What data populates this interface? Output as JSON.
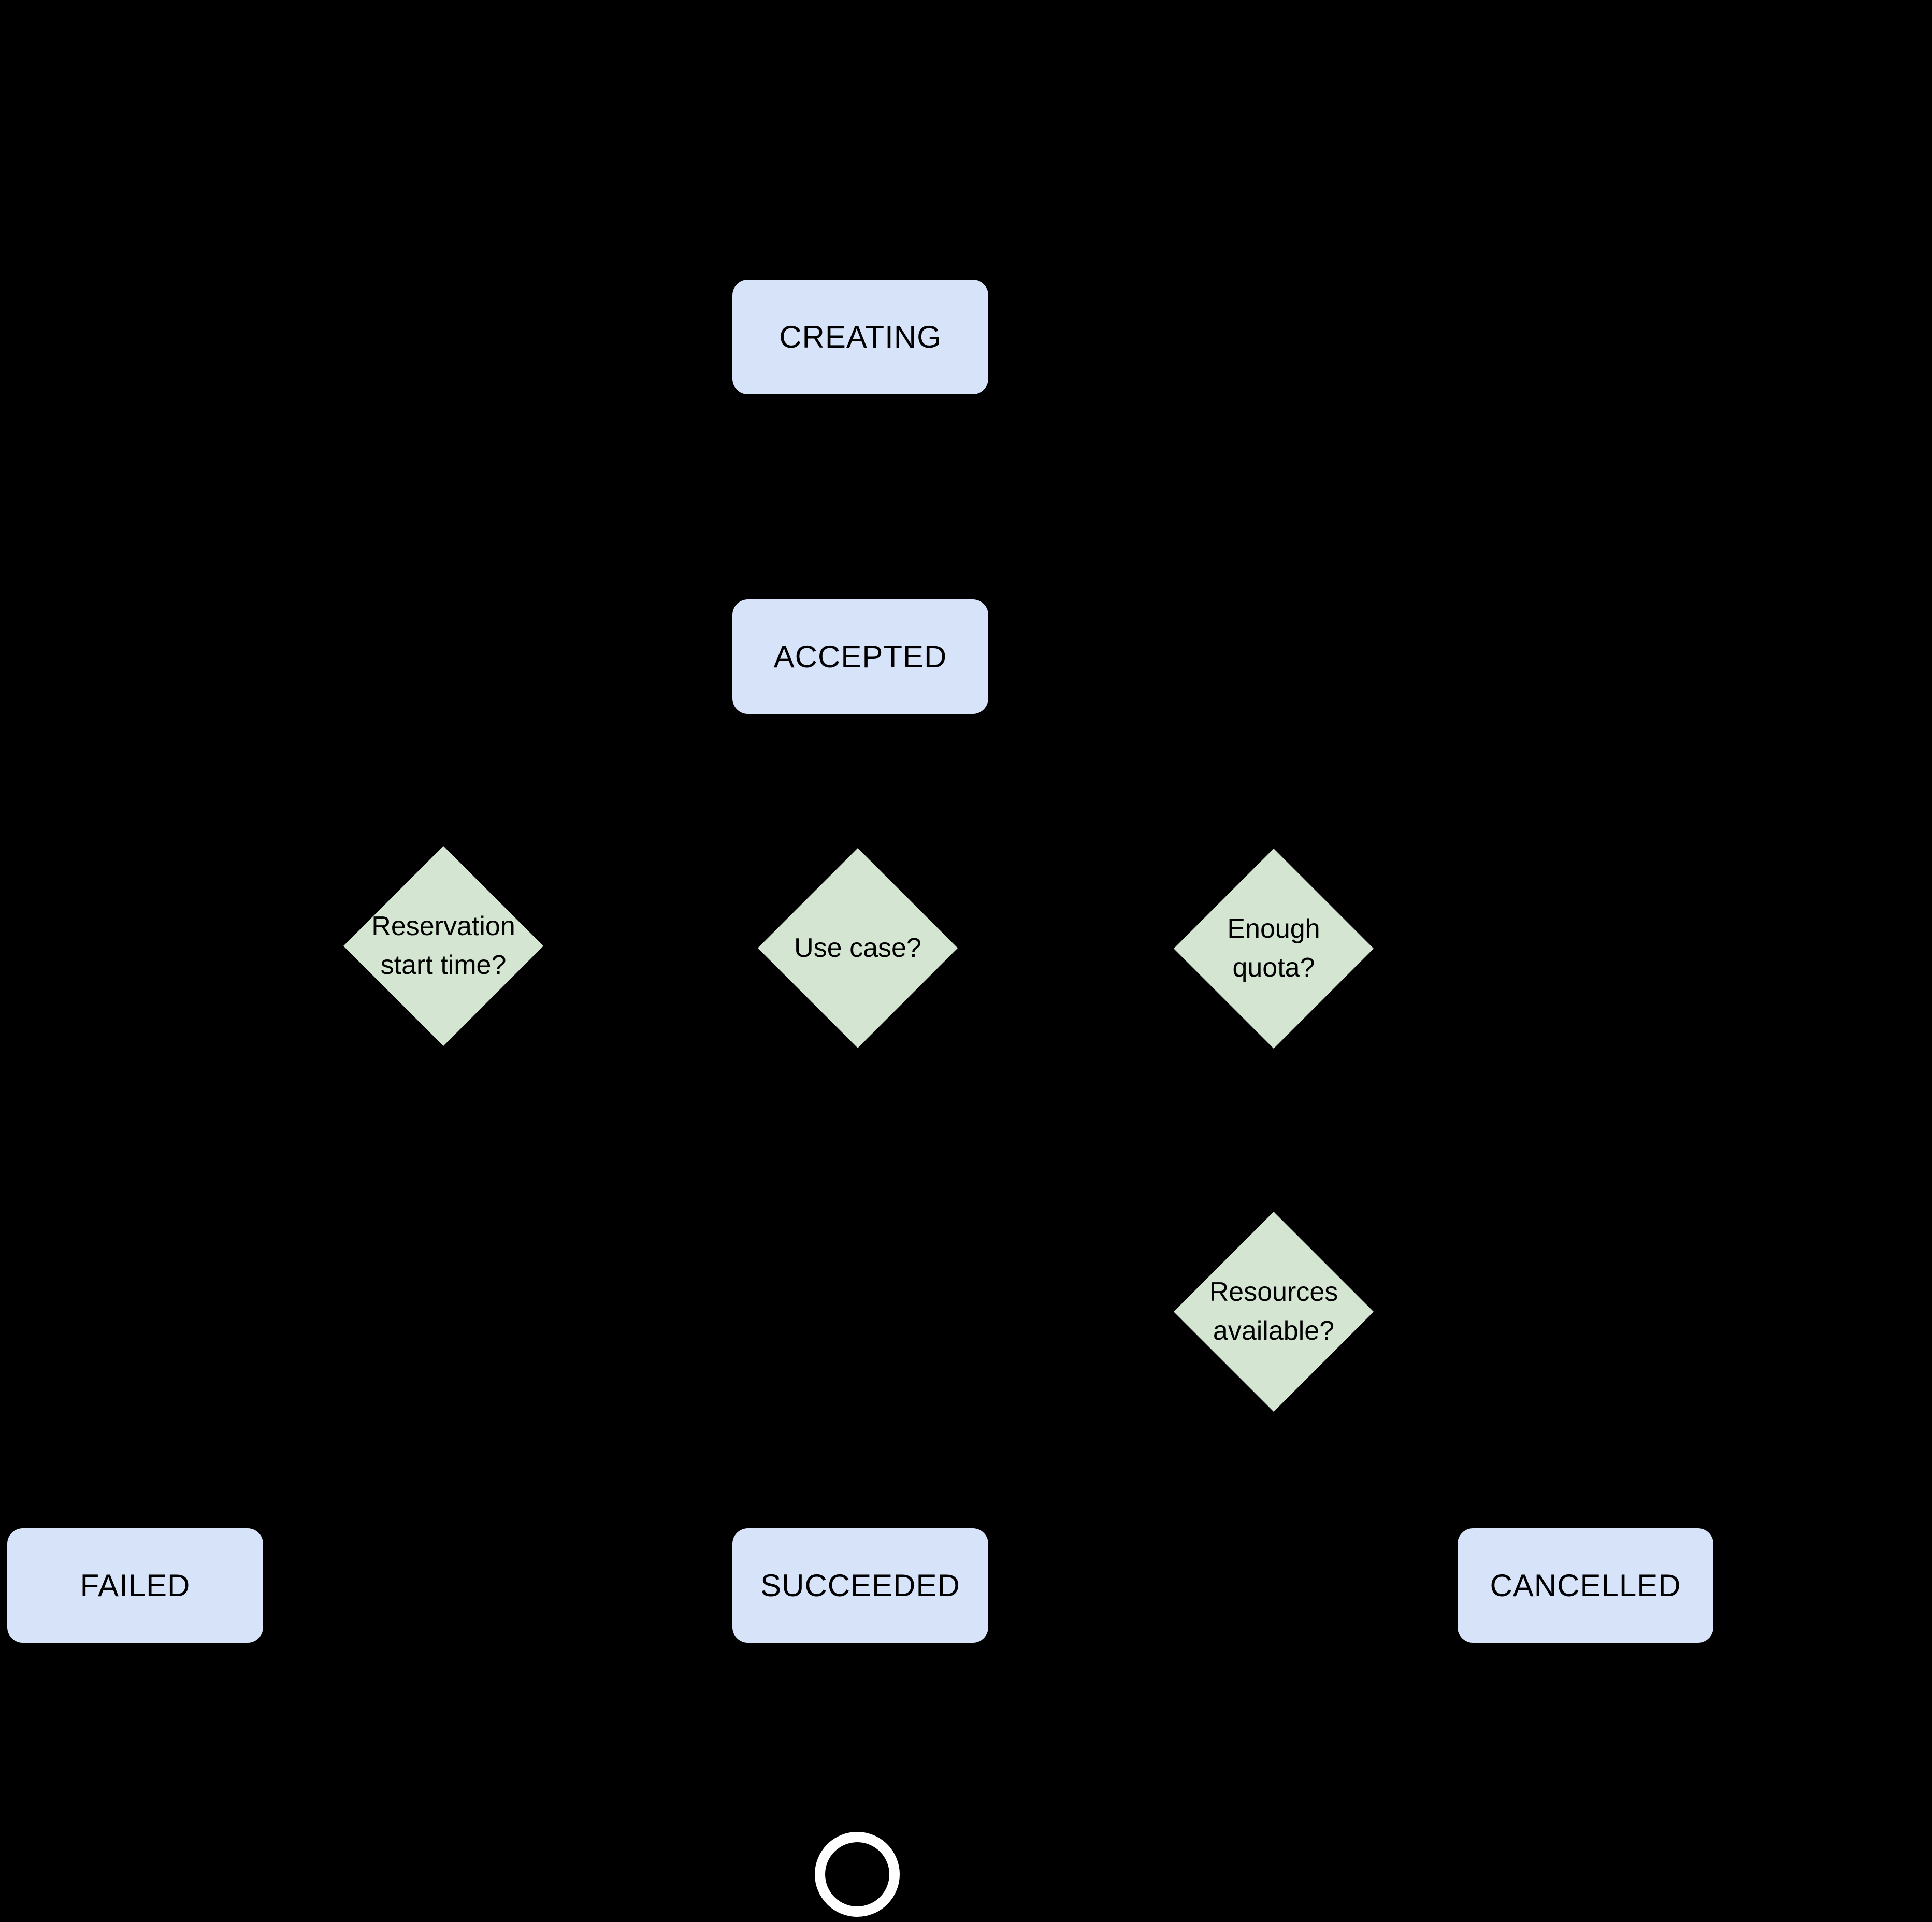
{
  "diagram": {
    "kind": "state-flowchart",
    "background_color": "#000000"
  },
  "palette": {
    "state_fill": "#d6e3f9",
    "decision_fill": "#d4e6d2",
    "label_text": "#000000",
    "end_ring": "#ffffff"
  },
  "states": {
    "creating": {
      "label": "CREATING"
    },
    "accepted": {
      "label": "ACCEPTED"
    },
    "failed": {
      "label": "FAILED"
    },
    "succeeded": {
      "label": "SUCCEEDED"
    },
    "cancelled": {
      "label": "CANCELLED"
    }
  },
  "decisions": {
    "reservation_start_time": {
      "label": "Reservation\nstart time?"
    },
    "use_case": {
      "label": "Use case?"
    },
    "enough_quota": {
      "label": "Enough\nquota?"
    },
    "resources_available": {
      "label": "Resources\navailable?"
    }
  },
  "end_node": {
    "shape": "terminal-circle-outline"
  }
}
